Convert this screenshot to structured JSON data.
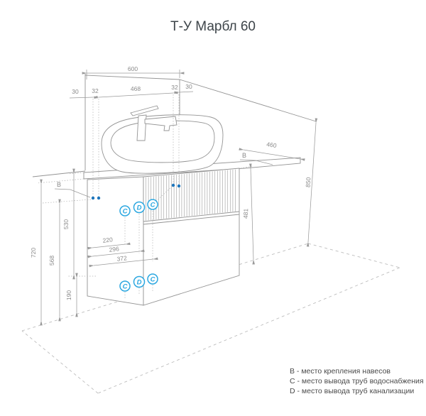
{
  "title": "Т-У Марбл 60",
  "legend": {
    "items": [
      "B - место крепления навесов",
      "C - место вывода труб водоснабжения",
      "D - место вывода труб канализации"
    ]
  },
  "dims": {
    "total_width": "600",
    "left_outer": "30",
    "left_inner": "32",
    "center_width": "468",
    "right_inner": "32",
    "right_outer": "30",
    "depth": "460",
    "total_height": "850",
    "cabinet_height": "481",
    "mount_height": "720",
    "mid_height": "568",
    "box_height": "530",
    "floor_gap": "190",
    "pipe_1": "220",
    "pipe_2": "296",
    "pipe_3": "372"
  },
  "markers": {
    "mount": "B",
    "water": "C",
    "drain": "D"
  },
  "colors": {
    "line_gray": "#949494",
    "dim_text_gray": "#8A8A8A",
    "accent_blue": "#2BA7E0",
    "dot_blue": "#1C75BC",
    "title_text": "#3D4449",
    "legend_text": "#4A4A4A"
  }
}
